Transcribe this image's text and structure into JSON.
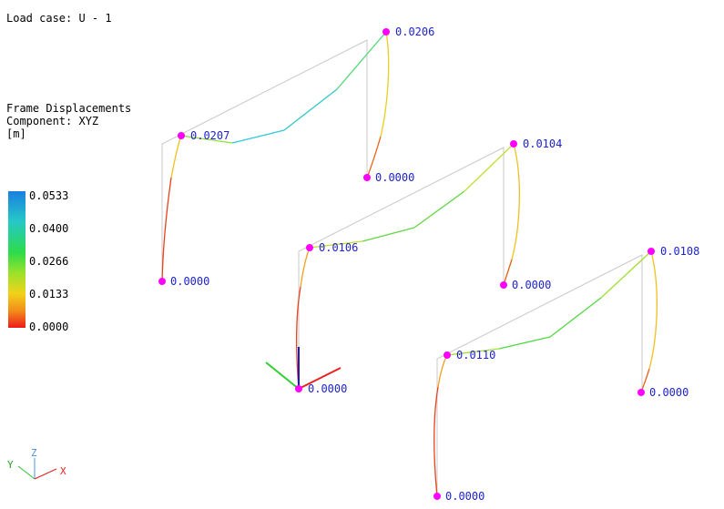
{
  "header": {
    "load_case": "Load case: U - 1"
  },
  "legend": {
    "title": "Frame Displacements",
    "component": "Component: XYZ",
    "unit": "[m]",
    "ticks": [
      "0.0533",
      "0.0400",
      "0.0266",
      "0.0133",
      "0.0000"
    ]
  },
  "nodes": {
    "f1_base_left": "0.0000",
    "f1_top_left": "0.0207",
    "f1_top_right": "0.0206",
    "f1_base_right": "0.0000",
    "f2_base_left": "0.0000",
    "f2_top_left": "0.0106",
    "f2_top_right": "0.0104",
    "f2_base_right": "0.0000",
    "f3_base_left": "0.0000",
    "f3_top_left": "0.0110",
    "f3_top_right": "0.0108",
    "f3_base_right": "0.0000"
  },
  "axes": {
    "x": "X",
    "y": "Y",
    "z": "Z"
  },
  "colors": {
    "node": "#ff00ff",
    "label": "#1e22cc",
    "undeformed": "#c8c8c8"
  }
}
